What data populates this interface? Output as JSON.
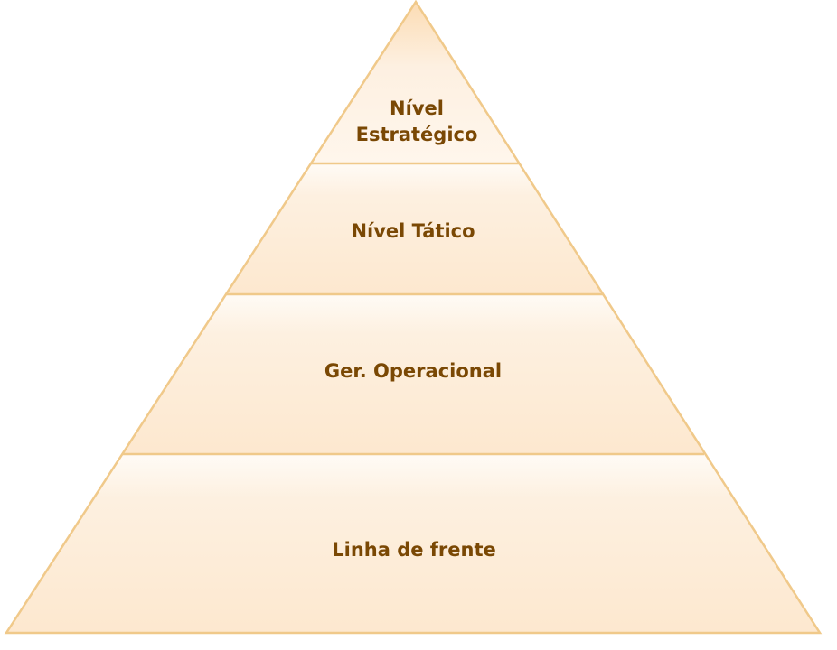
{
  "diagram": {
    "type": "pyramid",
    "levels": [
      {
        "label_lines": [
          "Nível",
          "Estratégico"
        ]
      },
      {
        "label_lines": [
          "Nível Tático"
        ]
      },
      {
        "label_lines": [
          "Ger. Operacional"
        ]
      },
      {
        "label_lines": [
          "Linha de frente"
        ]
      }
    ]
  },
  "colors": {
    "outline": "#f0c98a",
    "fill_light": "#fffbf6",
    "fill_dark": "#fde8cf",
    "text": "#7a4804"
  }
}
